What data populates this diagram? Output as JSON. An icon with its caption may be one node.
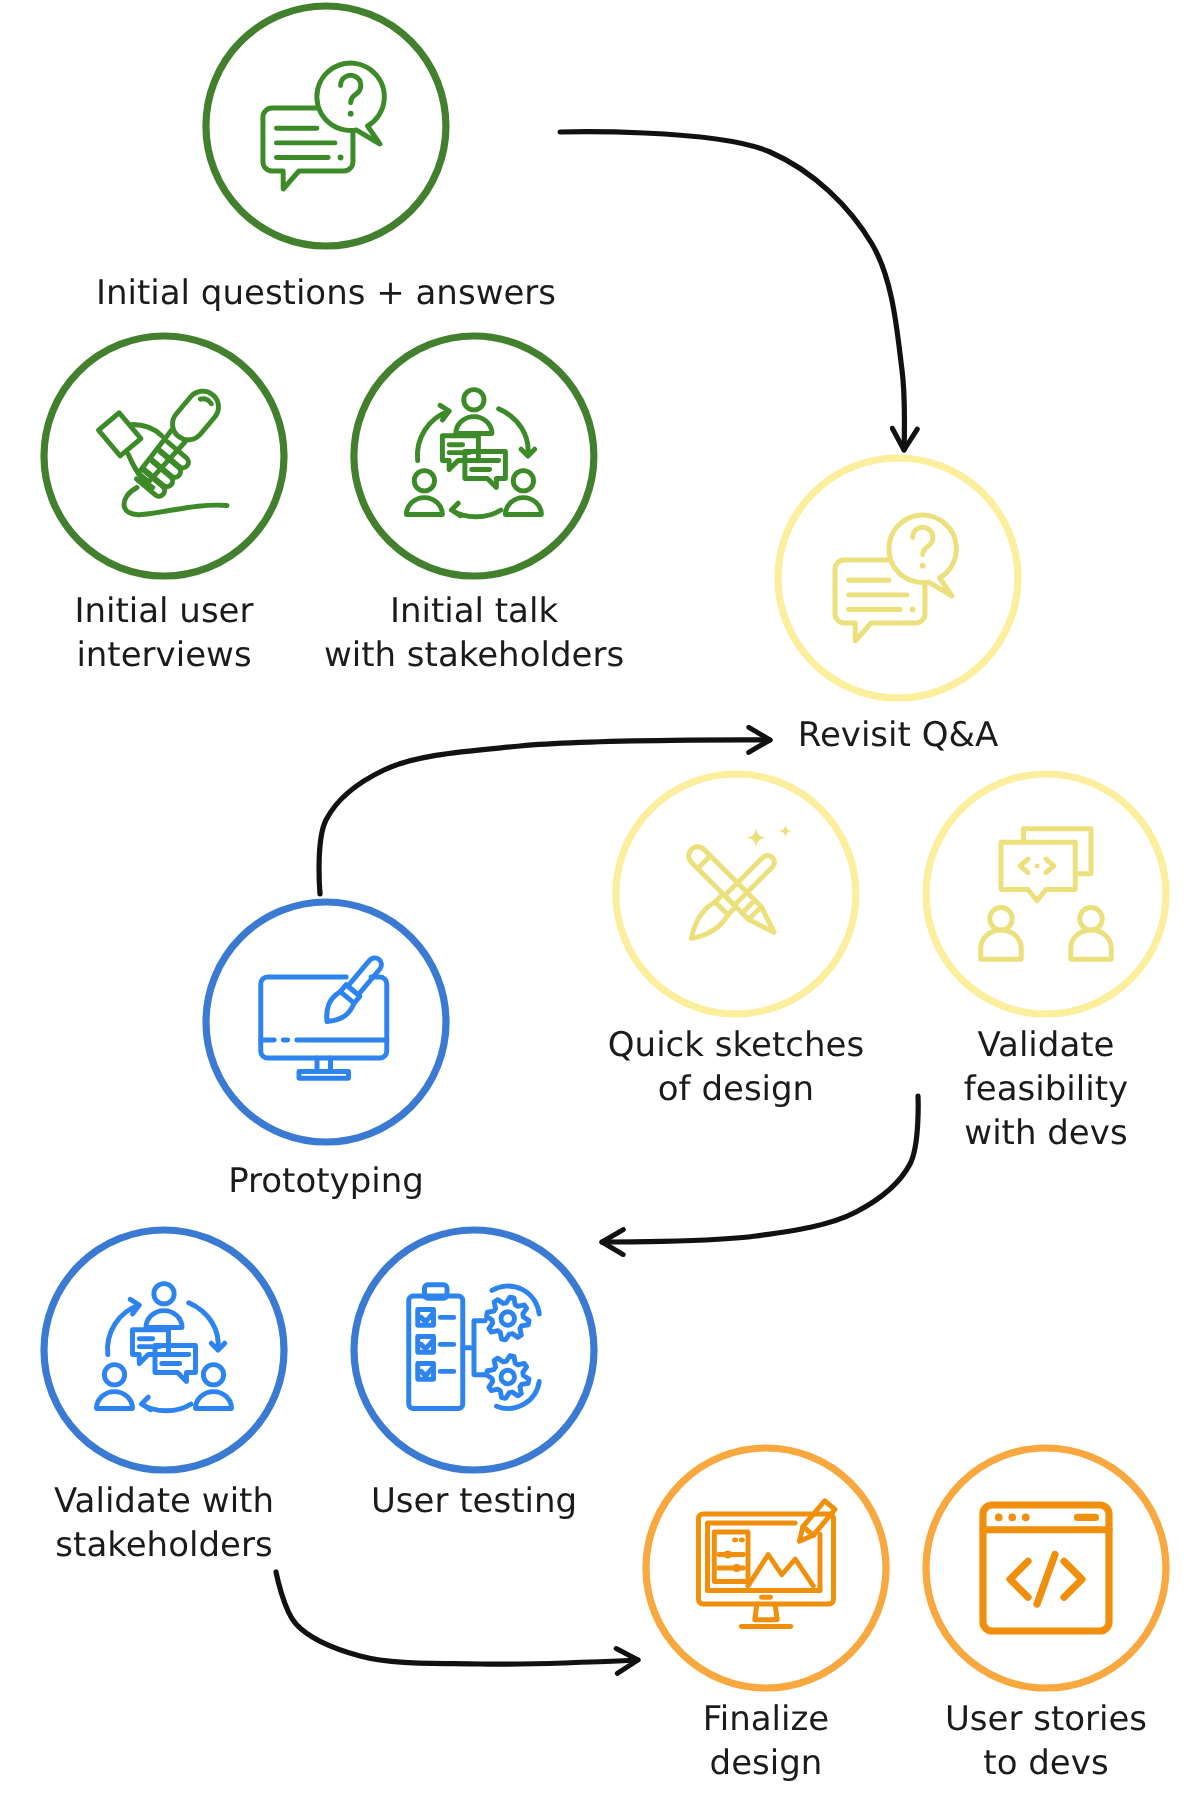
{
  "diagram": {
    "nodes": [
      {
        "text": [
          "Initial questions + answers"
        ]
      },
      {
        "text": [
          "Initial user interviews"
        ]
      },
      {
        "text": [
          "Initial talk with stakeholders"
        ]
      },
      {
        "text": [
          "Revisit Q&A"
        ]
      },
      {
        "text": [
          "Quick sketches of design"
        ]
      },
      {
        "text": [
          "Validate feasibility with devs"
        ]
      },
      {
        "text": [
          "Prototyping"
        ]
      },
      {
        "text": [
          "Validate with stakeholders"
        ]
      },
      {
        "text": [
          "User testing"
        ]
      },
      {
        "text": [
          "Finalize design"
        ]
      },
      {
        "text": [
          "User stories to devs"
        ]
      }
    ],
    "edges": [
      {
        "from": 0,
        "to": 3,
        "arrow": "to"
      },
      {
        "from": 6,
        "to": 3,
        "arrow": "to"
      },
      {
        "from": 5,
        "to": 8,
        "arrow": "to"
      },
      {
        "from": 7,
        "to": 9,
        "arrow": "to"
      }
    ]
  }
}
